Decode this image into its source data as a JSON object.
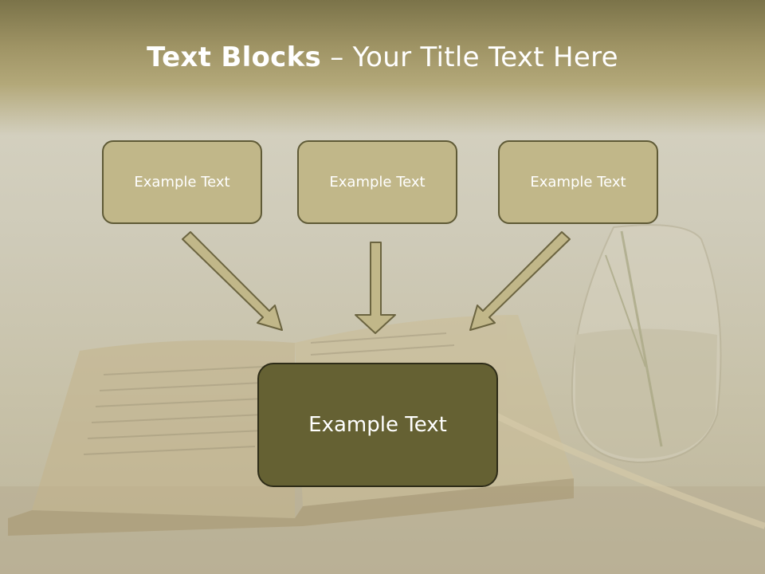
{
  "slide": {
    "title_bold": "Text Blocks",
    "title_dash": " – ",
    "title_rest": "Your Title Text Here",
    "top_boxes": [
      "Example Text",
      "Example Text",
      "Example Text"
    ],
    "main_box": "Example Text"
  },
  "colors": {
    "box_fill": "#c1b789",
    "box_border": "#5f5a36",
    "main_fill": "#656133",
    "arrow_fill": "#c1b789",
    "arrow_stroke": "#6b6440"
  }
}
